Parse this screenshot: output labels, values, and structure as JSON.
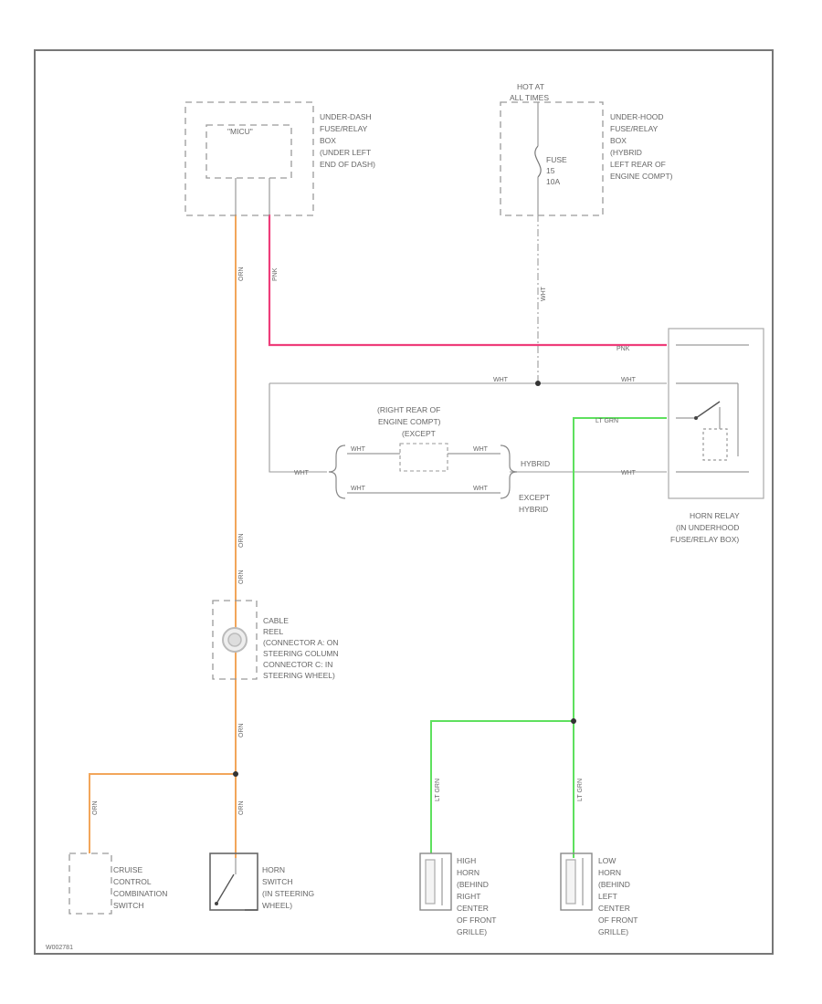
{
  "colors": {
    "orange_wire": "#f2a65a",
    "pink_wire": "#ee3d7a",
    "green_wire": "#5ee05e",
    "gray_wire": "#9a9a9a",
    "frame": "#777777"
  },
  "components": {
    "micu": {
      "name": "\"MICU\"",
      "lines": [
        "UNDER-DASH",
        "FUSE/RELAY",
        "BOX",
        "(UNDER LEFT",
        "END OF DASH)"
      ]
    },
    "underhood_box": {
      "supply": [
        "HOT AT",
        "ALL TIMES"
      ],
      "fuse": [
        "FUSE",
        "15",
        "10A"
      ],
      "lines": [
        "UNDER-HOOD",
        "FUSE/RELAY",
        "BOX",
        "(HYBRID",
        "LEFT REAR OF",
        "ENGINE COMPT)"
      ]
    },
    "ground_point": [
      "(RIGHT REAR OF",
      "ENGINE COMPT)",
      "(EXCEPT"
    ],
    "horn_relay": [
      "HORN RELAY",
      "(IN UNDERHOOD",
      "FUSE/RELAY BOX)"
    ],
    "cable_reel": [
      "CABLE",
      "REEL",
      "(CONNECTOR A: ON",
      "STEERING COLUMN",
      "CONNECTOR C: IN",
      "STEERING WHEEL)"
    ],
    "cruise_switch": [
      "CRUISE",
      "CONTROL",
      "COMBINATION",
      "SWITCH"
    ],
    "horn_switch": [
      "HORN",
      "SWITCH",
      "(IN STEERING",
      "WHEEL)"
    ],
    "high_horn": [
      "HIGH",
      "HORN",
      "(BEHIND",
      "RIGHT",
      "CENTER",
      "OF FRONT",
      "GRILLE)"
    ],
    "low_horn": [
      "LOW",
      "HORN",
      "(BEHIND",
      "LEFT",
      "CENTER",
      "OF FRONT",
      "GRILLE)"
    ],
    "variant_hybrid": "HYBRID",
    "variant_except": [
      "EXCEPT",
      "HYBRID"
    ]
  },
  "wires": {
    "orn": "ORN",
    "pnk": "PNK",
    "wht": "WHT",
    "ltgrn": "LT GRN"
  },
  "footer_code": "W002781"
}
